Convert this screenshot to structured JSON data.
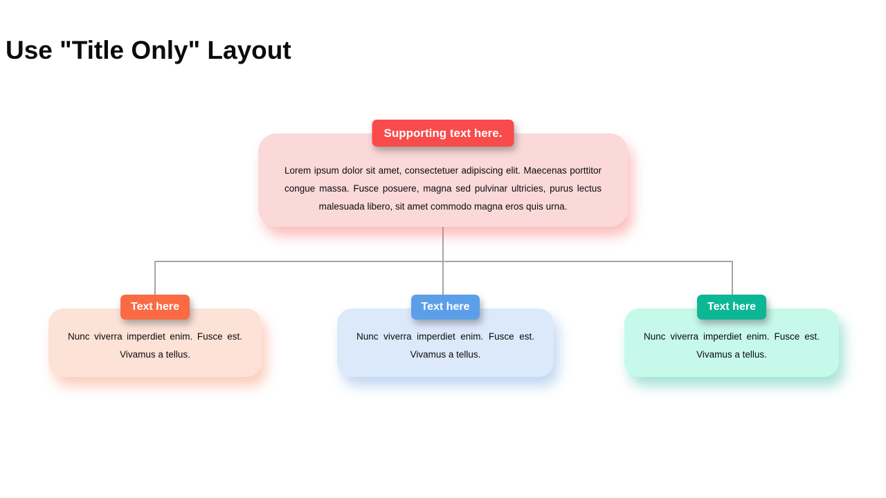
{
  "page": {
    "title": "Use \"Title Only\" Layout",
    "background_color": "#ffffff"
  },
  "colors": {
    "connector": "#a5a5a5",
    "body_text": "#0b0b0b",
    "badge_text": "#ffffff"
  },
  "root_card": {
    "badge_label": "Supporting text here.",
    "badge_color": "#f94b4b",
    "card_color": "#fbd9d9",
    "shadow_color": "rgba(249,100,100,0.42)",
    "body_text": "Lorem ipsum dolor sit amet, consectetuer adipiscing elit. Maecenas porttitor congue massa. Fusce posuere, magna sed pulvinar ultricies, purus lectus malesuada libero, sit amet commodo magna eros quis urna."
  },
  "child_cards": [
    {
      "badge_label": "Text here",
      "badge_color": "#fa6a43",
      "card_color": "#fde2d8",
      "shadow_color": "rgba(250,120,80,0.38)",
      "body_text": "Nunc viverra imperdiet enim. Fusce est. Vivamus a tellus."
    },
    {
      "badge_label": "Text here",
      "badge_color": "#5c9fe9",
      "card_color": "#dbe9fb",
      "shadow_color": "rgba(110,160,225,0.42)",
      "body_text": "Nunc viverra imperdiet enim. Fusce est. Vivamus a tellus."
    },
    {
      "badge_label": "Text here",
      "badge_color": "#0cb795",
      "card_color": "#c6f9ea",
      "shadow_color": "rgba(20,180,150,0.38)",
      "body_text": "Nunc viverra imperdiet enim. Fusce est. Vivamus a tellus."
    }
  ]
}
